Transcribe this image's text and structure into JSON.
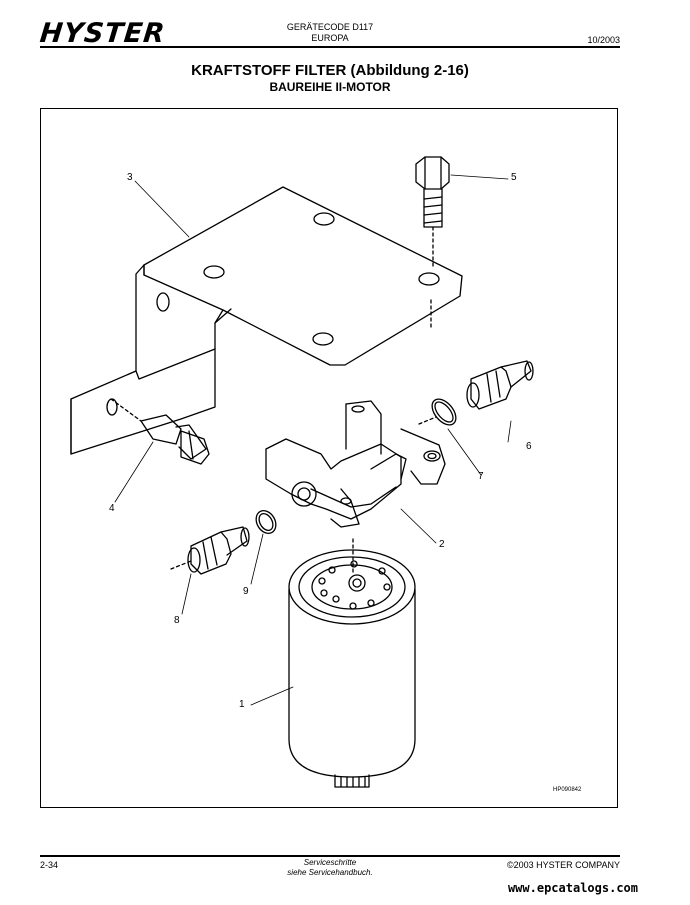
{
  "header": {
    "logo": "HYSTER",
    "code_line1": "GERÄTECODE D117",
    "code_line2": "EUROPA",
    "date": "10/2003"
  },
  "title": "KRAFTSTOFF FILTER (Abbildung 2-16)",
  "subtitle": "BAUREIHE II-MOTOR",
  "figure": {
    "callouts": [
      "1",
      "2",
      "3",
      "4",
      "5",
      "6",
      "7",
      "8",
      "9"
    ],
    "code": "HP090842"
  },
  "footer": {
    "page": "2-34",
    "note_line1": "Serviceschritte",
    "note_line2": "siehe Servicehandbuch.",
    "copyright": "©2003 HYSTER COMPANY",
    "watermark": "www.epcatalogs.com"
  }
}
